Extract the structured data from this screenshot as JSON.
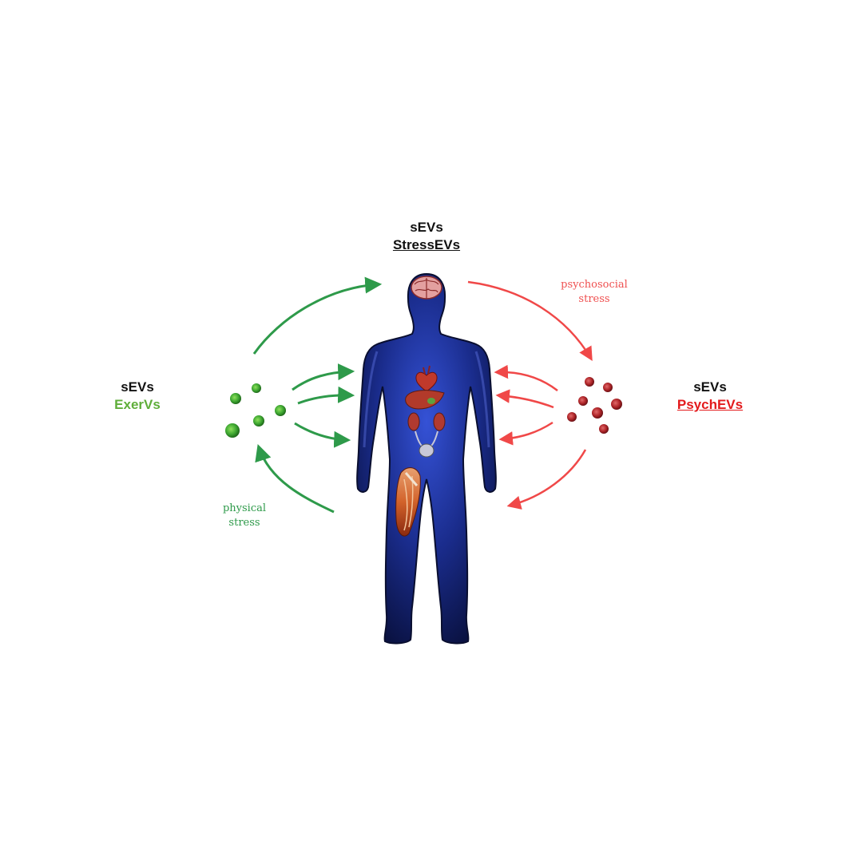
{
  "top": {
    "line1": "sEVs",
    "line2": "StressEVs",
    "color": "#111111"
  },
  "left": {
    "line1": "sEVs",
    "line2": "ExerVs",
    "color": "#5fae3a"
  },
  "right": {
    "line1": "sEVs",
    "line2": "PsychEVs",
    "color": "#e31a1c"
  },
  "notes": {
    "psychosocial": {
      "line1": "psychosocial",
      "line2": "stress",
      "color": "#ef5050"
    },
    "physical": {
      "line1": "physical",
      "line2": "stress",
      "color": "#2e9a4a"
    }
  },
  "colors": {
    "green_arrow": "#2e9a4a",
    "red_arrow": "#f04848",
    "body_fill": "#1a2c8c",
    "body_dark": "#0d1650",
    "green_ev": "#3fa832",
    "red_ev": "#b0262a"
  }
}
